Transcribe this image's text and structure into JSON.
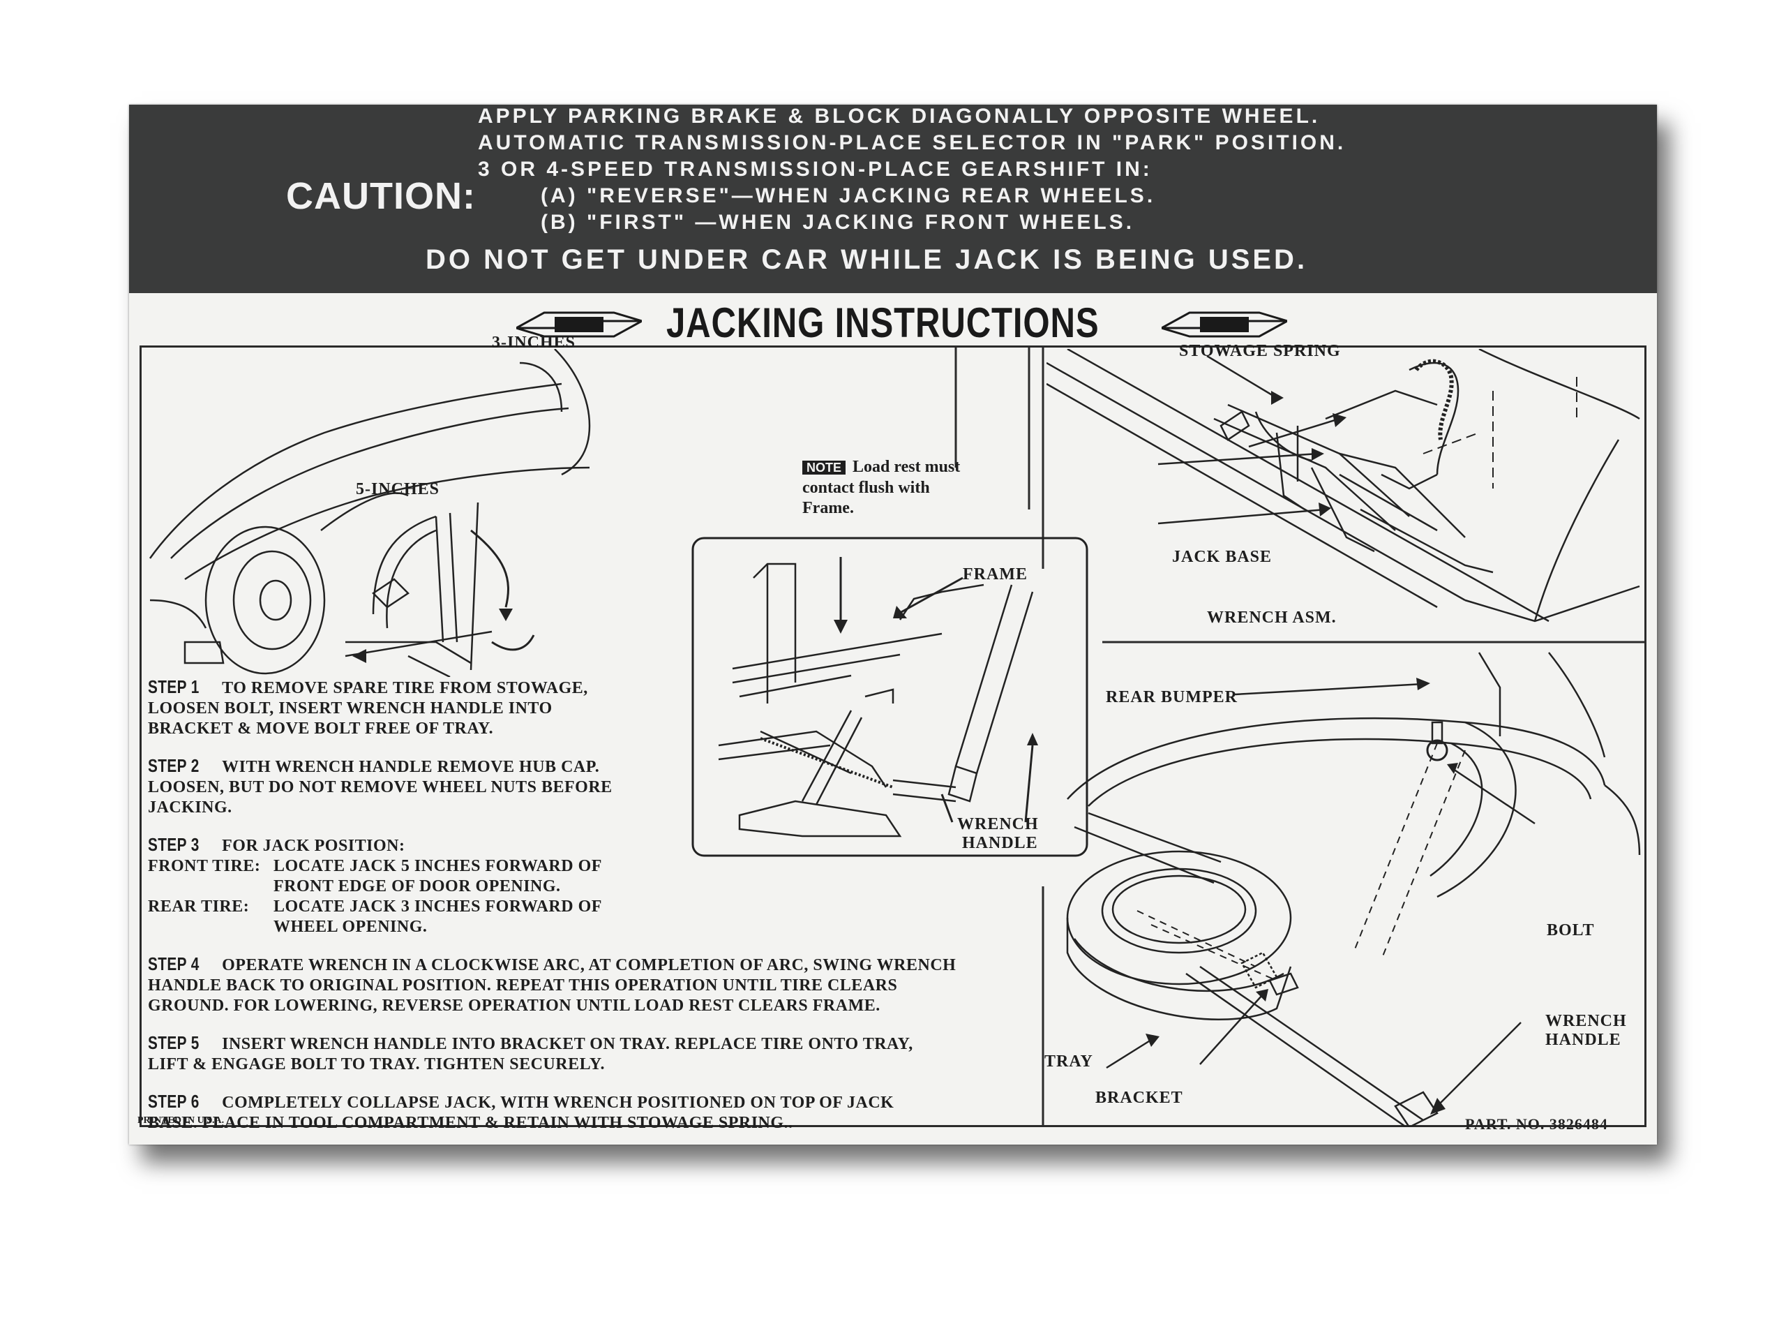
{
  "caution": {
    "label": "CAUTION:",
    "lines": [
      "APPLY PARKING BRAKE & BLOCK DIAGONALLY OPPOSITE WHEEL.",
      "AUTOMATIC TRANSMISSION-PLACE SELECTOR IN \"PARK\" POSITION.",
      "3 OR 4-SPEED TRANSMISSION-PLACE GEARSHIFT IN:",
      "(A)  \"REVERSE\"—WHEN JACKING REAR WHEELS.",
      "(B)  \"FIRST\"    —WHEN JACKING FRONT WHEELS."
    ],
    "warning": "DO NOT GET UNDER CAR WHILE JACK IS BEING USED."
  },
  "title": "JACKING INSTRUCTIONS",
  "labels": {
    "three_inches": "3-INCHES",
    "five_inches": "5-INCHES",
    "stowage_spring": "STOWAGE SPRING",
    "jack_base": "JACK BASE",
    "wrench_asm": "WRENCH ASM.",
    "frame": "FRAME",
    "wrench_handle_1": "WRENCH",
    "wrench_handle_2": "HANDLE",
    "rear_bumper": "REAR BUMPER",
    "bolt": "BOLT",
    "tray": "TRAY",
    "bracket": "BRACKET",
    "wrench_handle_b1": "WRENCH",
    "wrench_handle_b2": "HANDLE"
  },
  "note": {
    "tag": "NOTE",
    "line1": "Load rest must",
    "line2": "contact flush with",
    "line3": "Frame."
  },
  "steps": [
    {
      "title": "STEP 1",
      "text": "TO REMOVE SPARE TIRE FROM STOWAGE,",
      "more": [
        "LOOSEN BOLT, INSERT WRENCH HANDLE INTO",
        "BRACKET & MOVE BOLT FREE OF TRAY."
      ]
    },
    {
      "title": "STEP 2",
      "text": "WITH WRENCH HANDLE REMOVE HUB CAP.",
      "more": [
        "LOOSEN, BUT DO NOT REMOVE WHEEL NUTS BEFORE",
        "JACKING."
      ]
    },
    {
      "title": "STEP 3",
      "text": "FOR JACK POSITION:"
    },
    {
      "title": "STEP 4",
      "text": "OPERATE WRENCH IN A CLOCKWISE ARC, AT COMPLETION OF ARC, SWING WRENCH",
      "more": [
        "HANDLE BACK TO ORIGINAL POSITION. REPEAT THIS OPERATION UNTIL TIRE CLEARS",
        "GROUND. FOR LOWERING, REVERSE OPERATION UNTIL LOAD REST CLEARS FRAME."
      ]
    },
    {
      "title": "STEP 5",
      "text": "INSERT WRENCH HANDLE INTO BRACKET ON TRAY. REPLACE TIRE ONTO TRAY,",
      "more": [
        "LIFT & ENGAGE BOLT TO TRAY. TIGHTEN SECURELY."
      ]
    },
    {
      "title": "STEP 6",
      "text": "COMPLETELY COLLAPSE JACK, WITH WRENCH POSITIONED ON TOP OF JACK",
      "more": [
        "BASE. PLACE IN TOOL COMPARTMENT & RETAIN WITH STOWAGE SPRING.."
      ]
    }
  ],
  "jack_position": {
    "front_key": "FRONT TIRE:",
    "front_1": "LOCATE JACK 5 INCHES FORWARD OF",
    "front_2": "FRONT EDGE OF DOOR OPENING.",
    "rear_key": "REAR TIRE:",
    "rear_1": "LOCATE JACK 3 INCHES FORWARD OF",
    "rear_2": "WHEEL OPENING."
  },
  "footer": {
    "printed": "PRINTED IN U.S.A.",
    "part_no": "PART. NO. 3826484"
  }
}
